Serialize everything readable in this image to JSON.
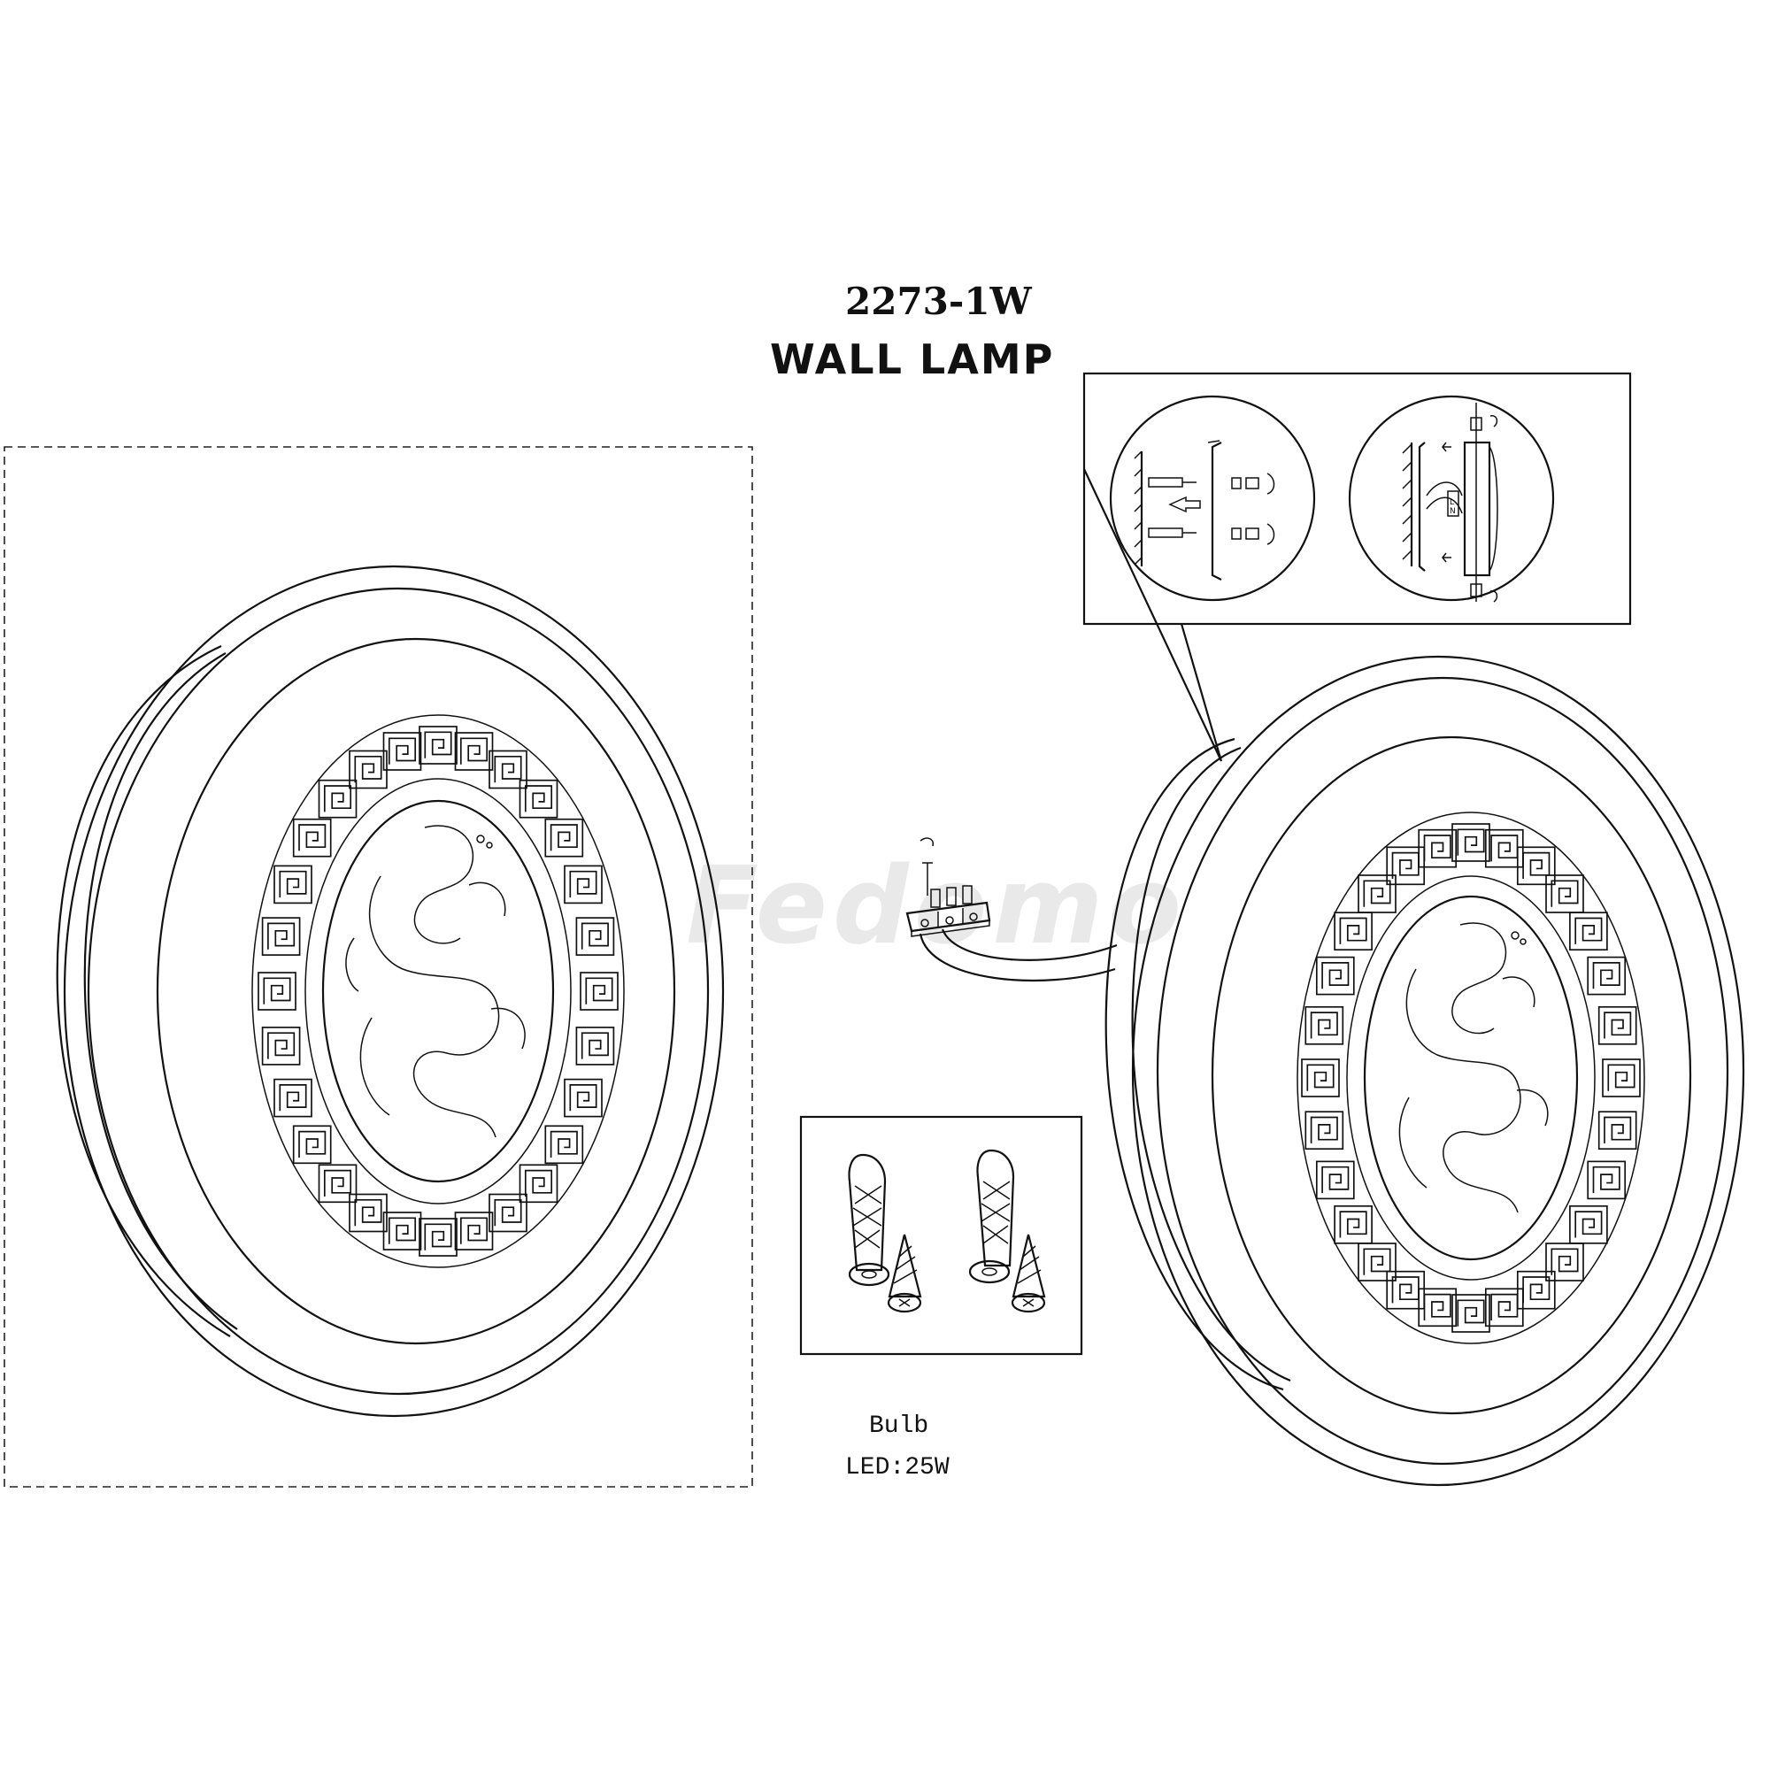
{
  "header": {
    "model": "2273-1W",
    "product": "WALL LAMP"
  },
  "bulb": {
    "label": "Bulb",
    "spec": "LED:25W"
  },
  "watermark": "Fedomo",
  "wiring": {
    "terminal_l": "L",
    "terminal_n": "N"
  }
}
